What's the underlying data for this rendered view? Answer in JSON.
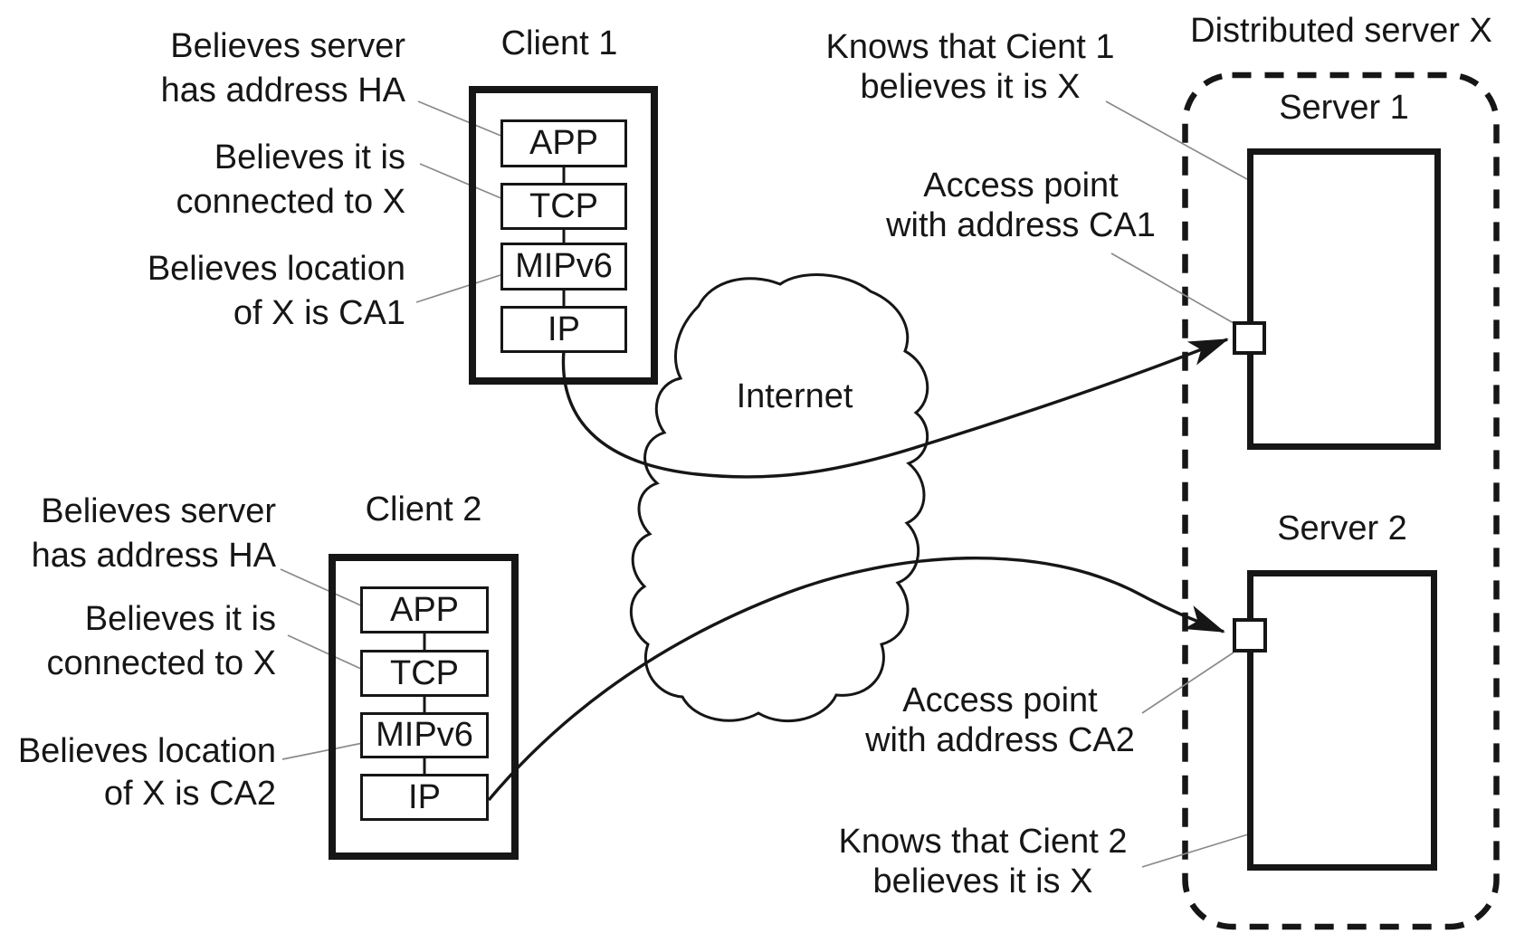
{
  "diagram": {
    "client1": {
      "title": "Client 1",
      "layers": [
        "APP",
        "TCP",
        "MIPv6",
        "IP"
      ],
      "notes": {
        "app": [
          "Believes server",
          "has address HA"
        ],
        "tcp": [
          "Believes it is",
          "connected to X"
        ],
        "mip": [
          "Believes location",
          "of X is CA1"
        ]
      }
    },
    "client2": {
      "title": "Client 2",
      "layers": [
        "APP",
        "TCP",
        "MIPv6",
        "IP"
      ],
      "notes": {
        "app": [
          "Believes server",
          "has address HA"
        ],
        "tcp": [
          "Believes it is",
          "connected to X"
        ],
        "mip": [
          "Believes location",
          "of X is CA2"
        ]
      }
    },
    "internet": {
      "label": "Internet"
    },
    "distributed": {
      "title": "Distributed server X",
      "server1": {
        "title": "Server 1",
        "knows": [
          "Knows that Cient 1",
          "believes it is X"
        ],
        "access": [
          "Access point",
          "with address CA1"
        ]
      },
      "server2": {
        "title": "Server 2",
        "knows": [
          "Knows that Cient 2",
          "believes it is X"
        ],
        "access": [
          "Access point",
          "with address CA2"
        ]
      }
    }
  }
}
